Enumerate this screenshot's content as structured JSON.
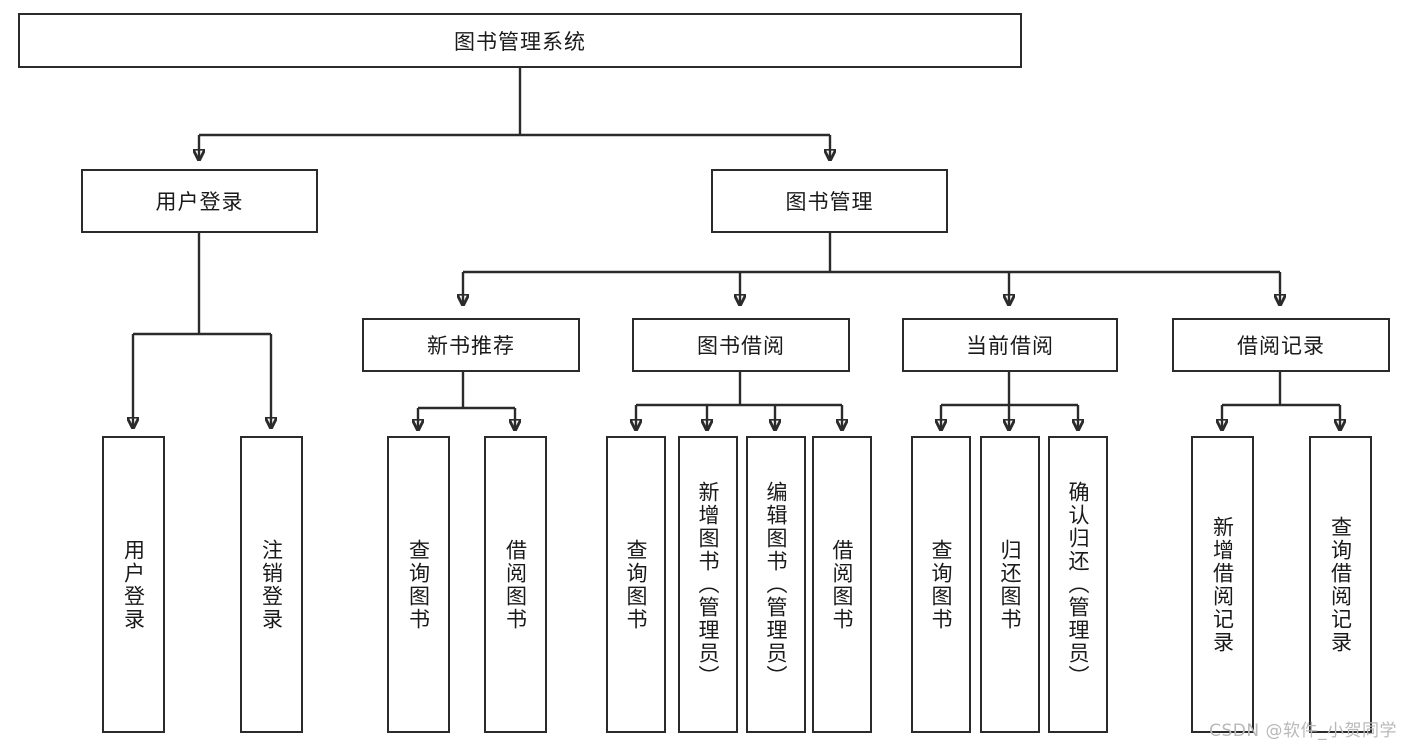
{
  "diagram": {
    "title": "图书管理系统",
    "type": "hierarchy-tree",
    "watermark": "CSDN @软件_小贺同学",
    "colors": {
      "stroke": "#2b2b2b",
      "background": "#ffffff",
      "text": "#1a1a1a",
      "watermark": "#b9b9b9"
    },
    "levels": {
      "root": {
        "label": "图书管理系统"
      },
      "level2": [
        {
          "label": "用户登录"
        },
        {
          "label": "图书管理"
        }
      ],
      "level3": [
        {
          "label": "新书推荐"
        },
        {
          "label": "图书借阅"
        },
        {
          "label": "当前借阅"
        },
        {
          "label": "借阅记录"
        }
      ],
      "leaves": {
        "user_login": [
          {
            "label": "用户登录"
          },
          {
            "label": "注销登录"
          }
        ],
        "new_book_recommend": [
          {
            "label": "查询图书"
          },
          {
            "label": "借阅图书"
          }
        ],
        "book_borrow": [
          {
            "label": "查询图书"
          },
          {
            "label": "新增图书（管理员）"
          },
          {
            "label": "编辑图书（管理员）"
          },
          {
            "label": "借阅图书"
          }
        ],
        "current_borrow": [
          {
            "label": "查询图书"
          },
          {
            "label": "归还图书"
          },
          {
            "label": "确认归还（管理员）"
          }
        ],
        "borrow_record": [
          {
            "label": "新增借阅记录"
          },
          {
            "label": "查询借阅记录"
          }
        ]
      }
    }
  }
}
